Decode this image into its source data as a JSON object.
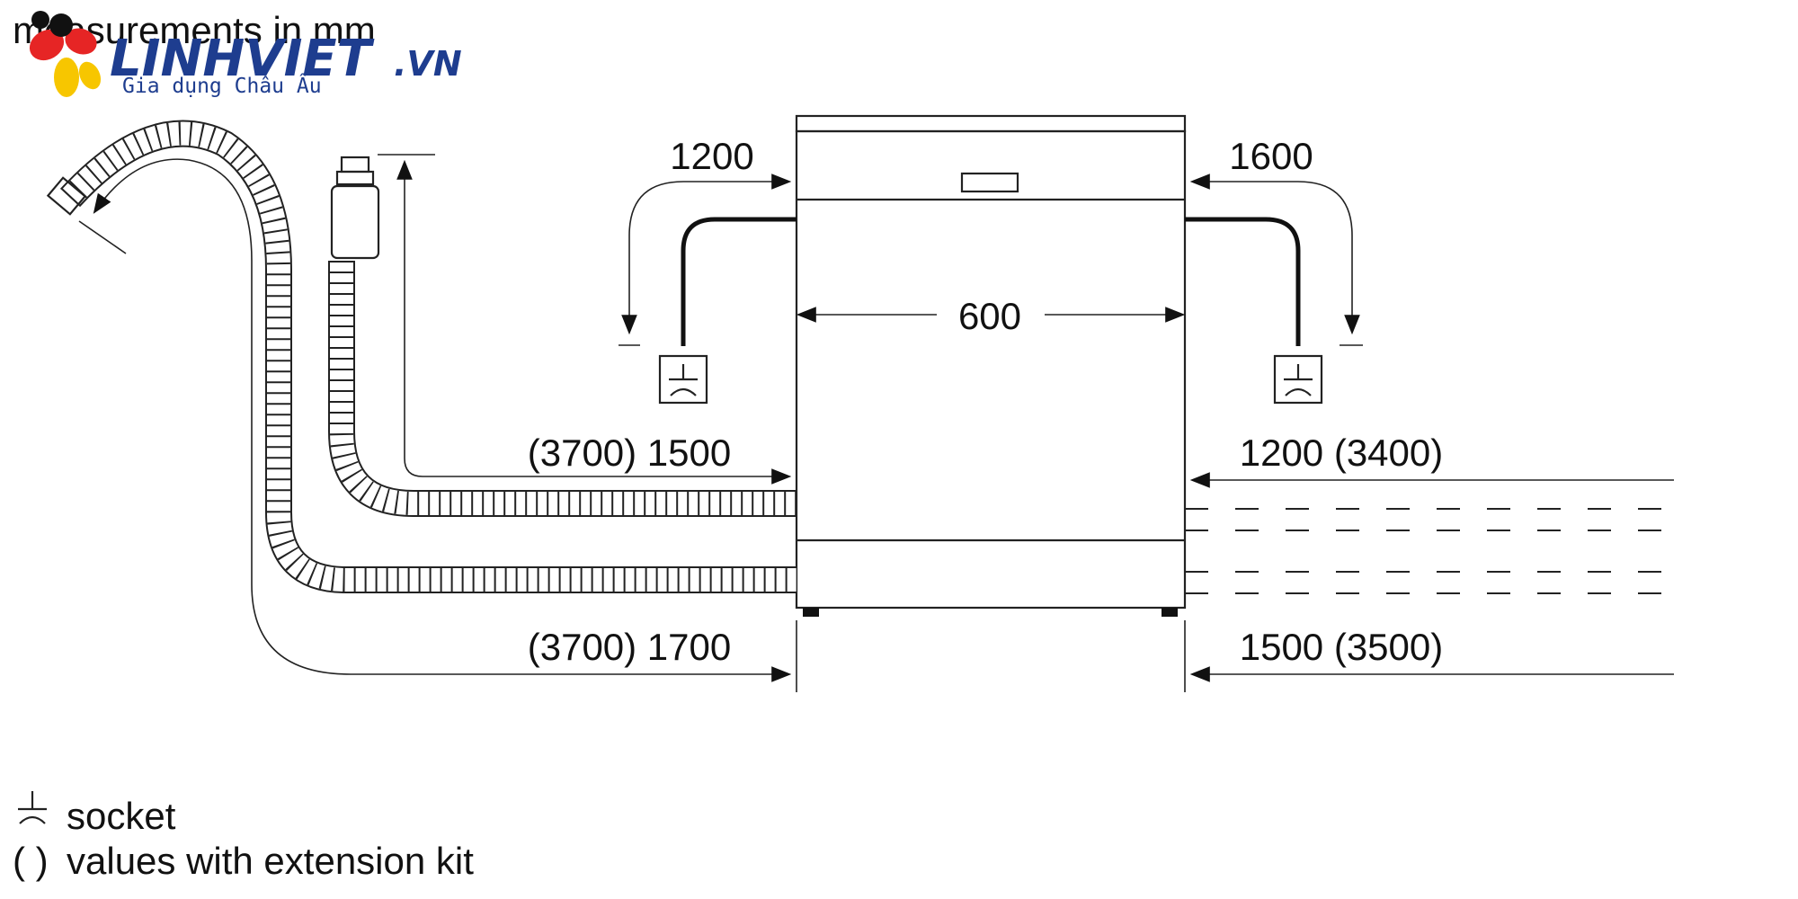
{
  "header": {
    "caption": "measurements in mm",
    "logo_name": "LINHVIET",
    "logo_domain": ".VN",
    "logo_tagline": "Gia dụng Châu Âu"
  },
  "dimensions": {
    "width": "600",
    "power_cable_left": "1200",
    "power_cable_right": "1600",
    "inlet_hose_left": "(3700) 1500",
    "inlet_hose_right": "1200 (3400)",
    "drain_hose_left": "(3700) 1700",
    "drain_hose_right": "1500 (3500)"
  },
  "legend": {
    "socket_label": "socket",
    "extension_symbol": "( )",
    "extension_label": "values with extension kit"
  },
  "colors": {
    "line": "#222222",
    "logo_blue": "#1e3d8f",
    "logo_red": "#e62525",
    "logo_yellow": "#f7c600"
  },
  "icons": [
    "socket-icon",
    "drain-hose-icon",
    "inlet-hose-icon",
    "dishwasher-icon",
    "arrow-icon"
  ]
}
